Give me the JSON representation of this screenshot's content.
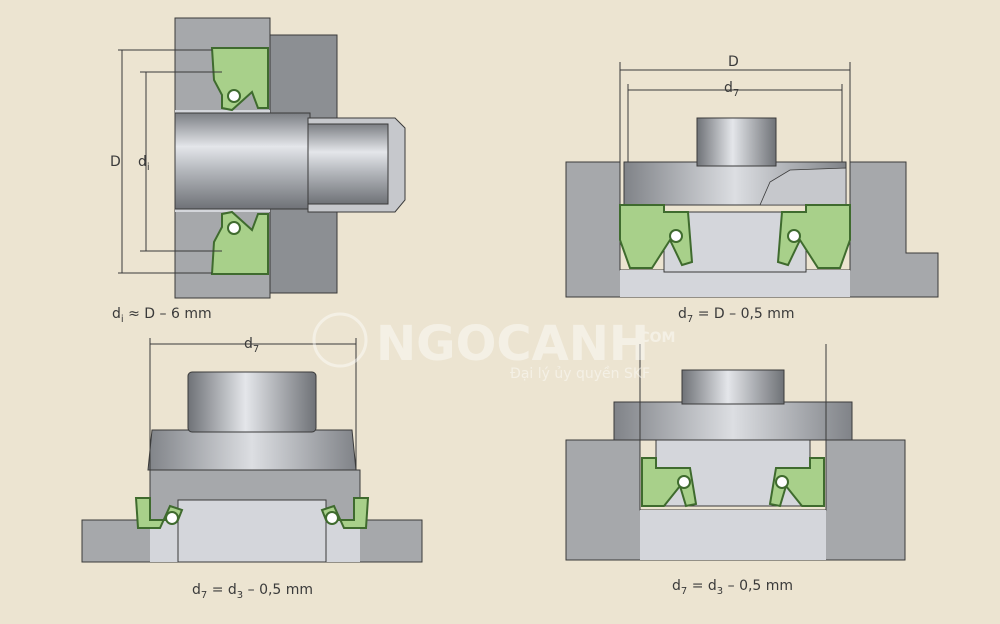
{
  "watermark": {
    "brand": "NGOCANH",
    "domain": ".COM",
    "tagline": "Đại lý ủy quyền SKF"
  },
  "diagrams": [
    {
      "id": "top-left",
      "dim_outer": "D",
      "dim_inner_main": "d",
      "dim_inner_sub": "i",
      "caption": {
        "var": "d",
        "var_sub": "i",
        "rest": " ≈ D – 6 mm"
      }
    },
    {
      "id": "top-right",
      "dim_outer": "D",
      "dim_inner_main": "d",
      "dim_inner_sub": "7",
      "caption": {
        "var": "d",
        "var_sub": "7",
        "rest": " = D – 0,5 mm"
      }
    },
    {
      "id": "bottom-left",
      "dim_inner_main": "d",
      "dim_inner_sub": "7",
      "caption": {
        "var": "d",
        "var_sub": "7",
        "mid": " = d",
        "mid_sub": "3",
        "rest": " – 0,5 mm"
      }
    },
    {
      "id": "bottom-right",
      "caption": {
        "var": "d",
        "var_sub": "7",
        "mid": " = d",
        "mid_sub": "3",
        "rest": " – 0,5 mm"
      }
    }
  ],
  "colors": {
    "background": "#ece4d1",
    "housing": "#a6a8ab",
    "housing_dark": "#8c8f93",
    "bore_light": "#d4d6db",
    "seal": "#a8d08a",
    "seal_outline": "#3f6b2e",
    "line": "#3a3a3a"
  }
}
